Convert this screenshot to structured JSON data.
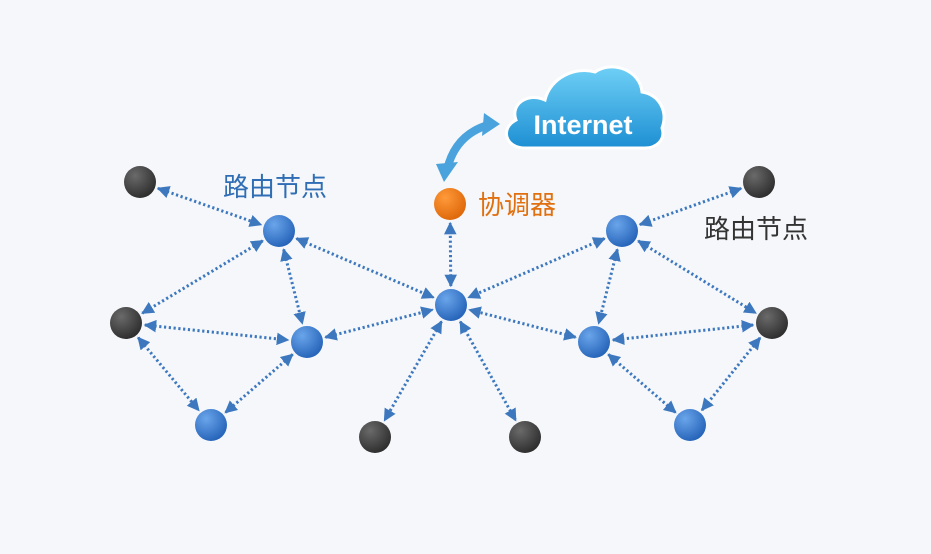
{
  "labels": {
    "router_left": "路由节点",
    "router_right": "路由节点",
    "coordinator": "协调器",
    "internet": "Internet"
  },
  "colors": {
    "background": "#f5f7fa",
    "router": "#2e6fc9",
    "end_device": "#3a3a3a",
    "coordinator": "#e8720c",
    "link": "#3d78bf",
    "router_label": "#2f6db5",
    "coordinator_label": "#e07010",
    "right_label": "#333333",
    "cloud": "#39a8e0",
    "cloud_arrow": "#4aa3dc"
  },
  "icons": {
    "cloud": "cloud-icon",
    "bidirectional_arrow": "curved-double-arrow-icon"
  }
}
